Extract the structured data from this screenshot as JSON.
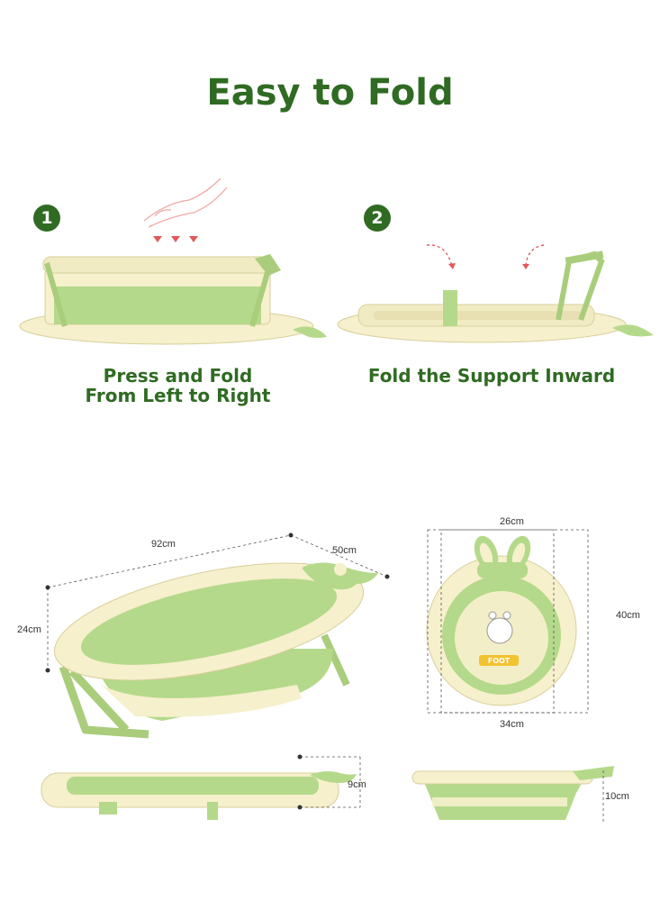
{
  "title": "Easy to Fold",
  "steps": [
    {
      "number": "1",
      "caption_line1": "Press and Fold",
      "caption_line2": "From Left to Right"
    },
    {
      "number": "2",
      "caption_line1": "Fold the Support Inward",
      "caption_line2": ""
    }
  ],
  "dimensions": {
    "tub_length": "92cm",
    "tub_width": "50cm",
    "tub_height": "24cm",
    "tub_folded_height": "9cm",
    "basin_width_top": "26cm",
    "basin_length": "40cm",
    "basin_width_bottom": "34cm",
    "basin_folded_height": "10cm"
  },
  "basin_label": "FOOT",
  "colors": {
    "accent_green": "#2f6b22",
    "tub_green": "#b5d98a",
    "tub_cream": "#f6f0cc"
  }
}
